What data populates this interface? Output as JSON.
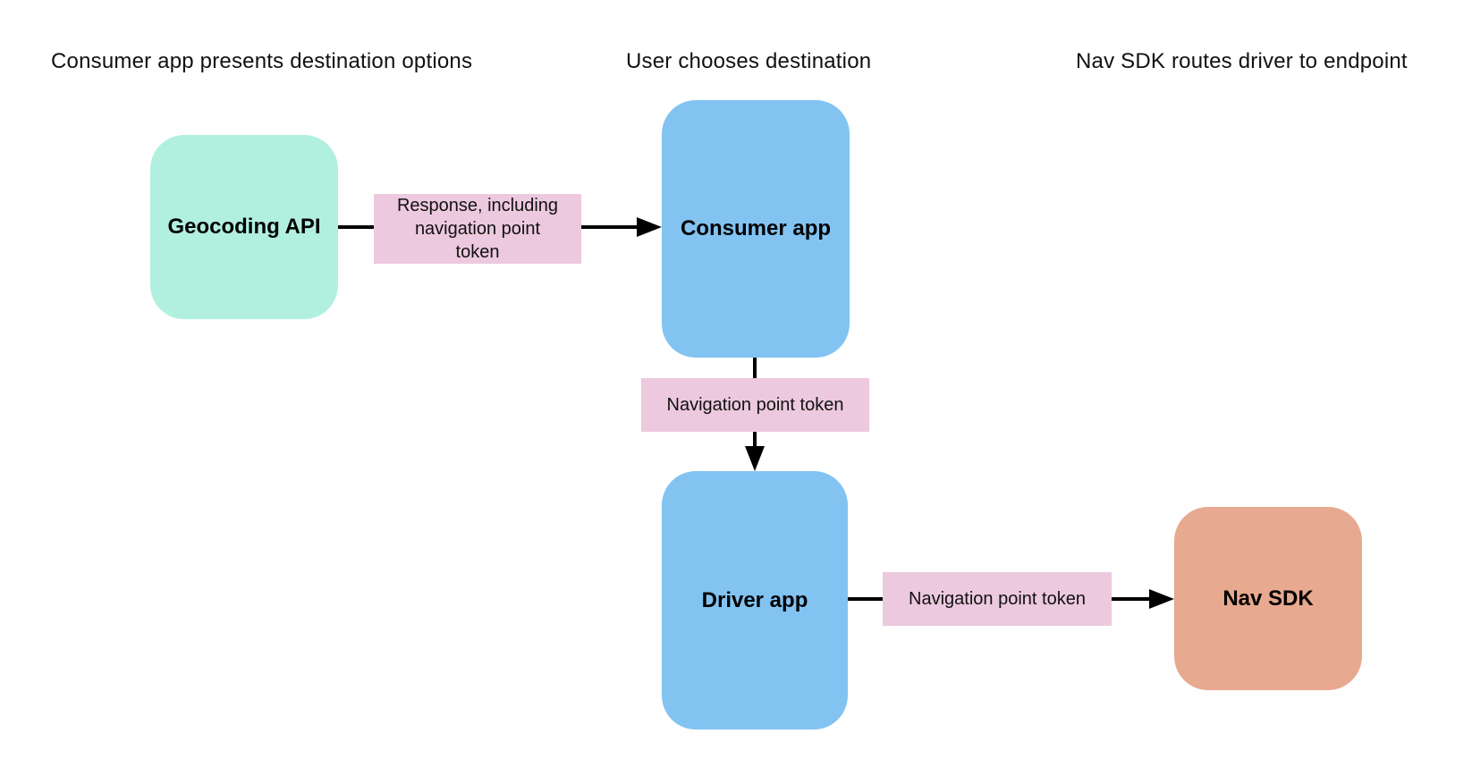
{
  "diagram": {
    "title_implicit": "",
    "phases": [
      {
        "label": "Consumer app presents destination options"
      },
      {
        "label": "User chooses destination"
      },
      {
        "label": "Nav SDK routes driver to endpoint"
      }
    ],
    "nodes": [
      {
        "id": "geocoding-api",
        "label": "Geocoding API",
        "color": "#b1f0de"
      },
      {
        "id": "consumer-app",
        "label": "Consumer app",
        "color": "#82c3f2"
      },
      {
        "id": "driver-app",
        "label": "Driver app",
        "color": "#82c3f2"
      },
      {
        "id": "nav-sdk",
        "label": "Nav SDK",
        "color": "#e7a98f"
      }
    ],
    "edges": [
      {
        "from": "geocoding-api",
        "to": "consumer-app",
        "label": "Response, including navigation point token"
      },
      {
        "from": "consumer-app",
        "to": "driver-app",
        "label": "Navigation point token"
      },
      {
        "from": "driver-app",
        "to": "nav-sdk",
        "label": "Navigation point token"
      }
    ],
    "colors": {
      "background": "#ffffff",
      "edge_label_bg": "#ecc9de",
      "arrow": "#000000",
      "text": "#111111"
    }
  }
}
